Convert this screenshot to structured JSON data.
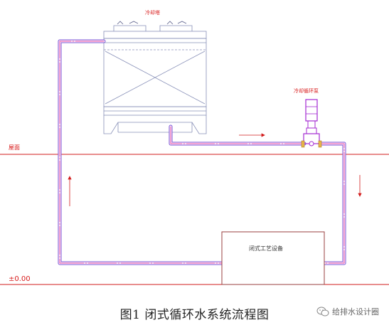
{
  "labels": {
    "cooling_tower": "冷却塔",
    "circulation_pump": "冷却循环泵",
    "roof": "屋面",
    "ground_level": "±0.00",
    "process_equipment": "闭式工艺设备"
  },
  "caption": "图1  闭式循环水系统流程图",
  "watermark": "给排水设计圈",
  "colors": {
    "pipe": "#7a52d6",
    "pipe_highlight": "#ee4aa6",
    "level_line": "#d21b1b",
    "tower_line": "#8890b8",
    "pump_body": "#a42ad2",
    "label_red": "#d81b1b",
    "equipment_outline": "#9a3f3f"
  }
}
